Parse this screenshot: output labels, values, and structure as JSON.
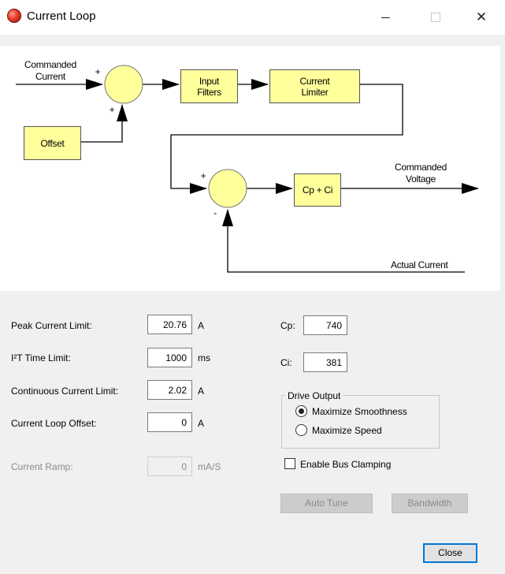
{
  "window": {
    "title": "Current Loop",
    "icon": "red-circle-app-icon"
  },
  "diagram": {
    "commanded_current": [
      "Commanded",
      "Current"
    ],
    "input_filters": [
      "Input",
      "Filters"
    ],
    "current_limiter": [
      "Current",
      "Limiter"
    ],
    "offset": "Offset",
    "cp_ci": "Cp + Ci",
    "commanded_voltage": [
      "Commanded",
      "Voltage"
    ],
    "actual_current": "Actual Current",
    "sum1_plus_left": "+",
    "sum1_plus_bottom": "+",
    "sum2_plus": "+",
    "sum2_minus": "-",
    "box_color": "#ffff9b"
  },
  "form": {
    "peak_current_limit": {
      "label": "Peak Current Limit:",
      "value": "20.76",
      "unit": "A"
    },
    "i2t_time_limit": {
      "label": "I²T Time Limit:",
      "value": "1000",
      "unit": "ms"
    },
    "continuous_current_limit": {
      "label": "Continuous Current Limit:",
      "value": "2.02",
      "unit": "A"
    },
    "current_loop_offset": {
      "label": "Current Loop Offset:",
      "value": "0",
      "unit": "A"
    },
    "current_ramp": {
      "label": "Current Ramp:",
      "value": "0",
      "unit": "mA/S"
    },
    "cp": {
      "label": "Cp:",
      "value": "740"
    },
    "ci": {
      "label": "Ci:",
      "value": "381"
    }
  },
  "drive_output": {
    "title": "Drive Output",
    "options": [
      "Maximize Smoothness",
      "Maximize Speed"
    ],
    "selected": "Maximize Smoothness"
  },
  "enable_bus_clamping": {
    "label": "Enable Bus Clamping",
    "checked": false
  },
  "buttons": {
    "auto_tune": "Auto Tune",
    "bandwidth": "Bandwidth",
    "close": "Close"
  }
}
